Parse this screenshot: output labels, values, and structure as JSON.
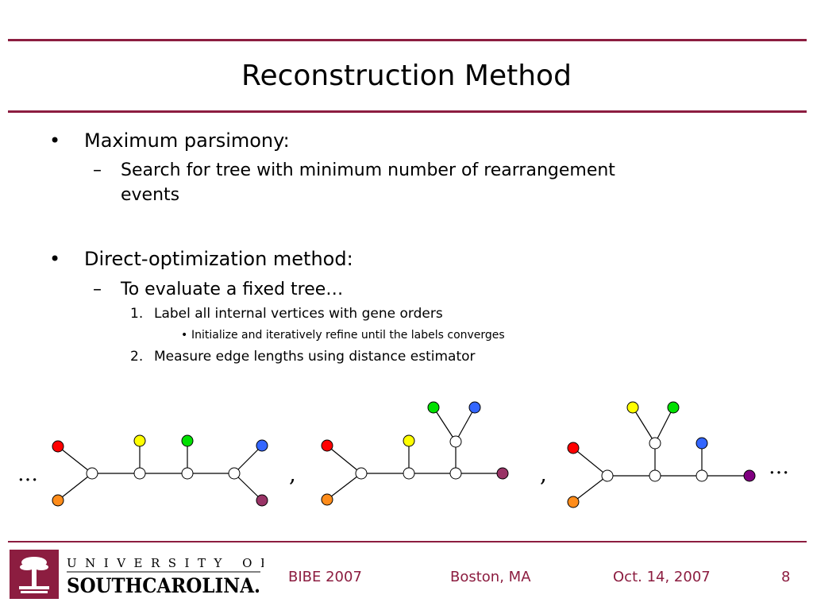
{
  "slide": {
    "title": "Reconstruction Method",
    "bullets": [
      {
        "marker": "•",
        "text": "Maximum parsimony:"
      },
      {
        "marker": "–",
        "text": "Search for tree with minimum number of rearrangement"
      },
      {
        "text": "events"
      },
      {
        "marker": "•",
        "text": "Direct-optimization method:"
      },
      {
        "marker": "–",
        "text": "To evaluate a fixed tree…"
      },
      {
        "marker": "1.",
        "text": "Label all internal vertices with gene orders"
      },
      {
        "marker": "•",
        "text": "Initialize and iteratively refine until the labels converges"
      },
      {
        "marker": "2.",
        "text": "Measure edge lengths using distance estimator"
      }
    ]
  },
  "diagram": {
    "ellipsis_left": "…",
    "separator_1": ",",
    "separator_2": ",",
    "ellipsis_right": "…",
    "colors": {
      "red": "#ff0000",
      "orange": "#ff8c1a",
      "yellow": "#ffff00",
      "green": "#00e000",
      "blue": "#3366ff",
      "purple": "#993366",
      "violet": "#800080",
      "internal": "#ffffff",
      "edge": "#000000"
    }
  },
  "footer": {
    "logo_top": "UNIVERSITY OF",
    "logo_bottom": "SOUTHCAROLINA.",
    "conference": "BIBE 2007",
    "location": "Boston, MA",
    "date": "Oct. 14, 2007",
    "page": "8",
    "brand_color": "#8c1d40"
  }
}
